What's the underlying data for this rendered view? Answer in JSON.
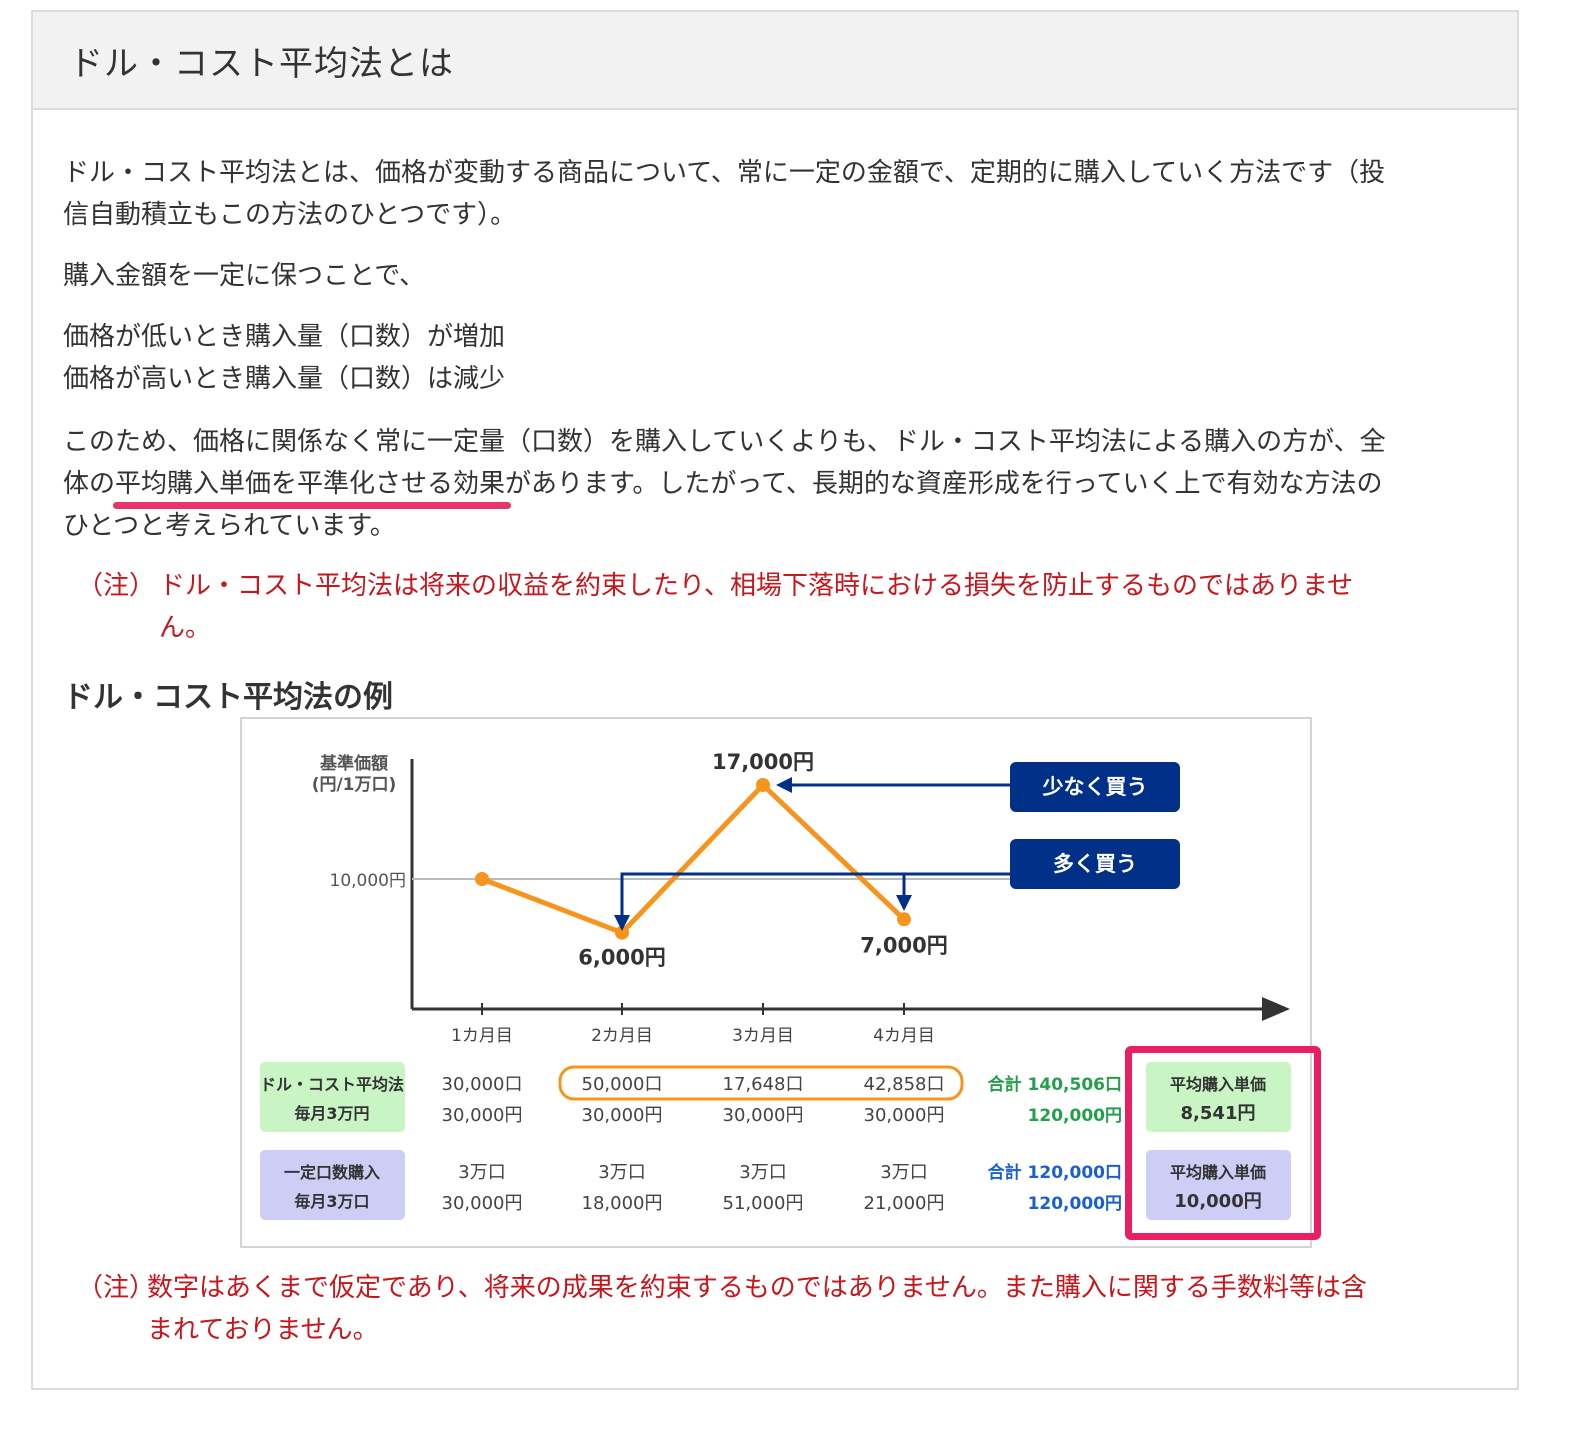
{
  "header": {
    "title": "ドル・コスト平均法とは"
  },
  "body": {
    "p1_line1": "ドル・コスト平均法とは、価格が変動する商品について、常に一定の金額で、定期的に購入していく方法です（投",
    "p1_line2": "信自動積立もこの方法のひとつです）。",
    "p2": "購入金額を一定に保つことで、",
    "p3_line1": "価格が低いとき購入量（口数）が増加",
    "p3_line2": "価格が高いとき購入量（口数）は減少",
    "p4_line1": "このため、価格に関係なく常に一定量（口数）を購入していくよりも、ドル・コスト平均法による購入の方が、全",
    "p4_line2_pre": "体の",
    "p4_line2_emph": "平均購入単価を平準化させる効果",
    "p4_line2_post": "があります。したがって、長期的な資産形成を行っていく上で有効な方法の",
    "p4_line3": "ひとつと考えられています。",
    "note1_mark": "（注）",
    "note1_line1": "ドル・コスト平均法は将来の収益を約束したり、相場下落時における損失を防止するものではありませ",
    "note1_line2": "ん。",
    "subheading": "ドル・コスト平均法の例",
    "note2_mark": "（注）",
    "note2_line1": "数字はあくまで仮定であり、将来の成果を約束するものではありません。また購入に関する手数料等は含",
    "note2_line2": "まれておりません。"
  },
  "chart_data": {
    "type": "line",
    "ylabel_line1": "基準価額",
    "ylabel_line2": "(円/1万口)",
    "categories": [
      "1カ月目",
      "2カ月目",
      "3カ月目",
      "4カ月目"
    ],
    "values": [
      10000,
      6000,
      17000,
      7000
    ],
    "ref_value": 10000,
    "ref_label": "10,000円",
    "point_labels": [
      "",
      "6,000円",
      "17,000円",
      "7,000円"
    ],
    "ylim": [
      0,
      20000
    ],
    "line_color": "#f7941d",
    "callouts": [
      {
        "label": "少なく買う",
        "color": "#003087"
      },
      {
        "label": "多く買う",
        "color": "#003087"
      }
    ],
    "table": {
      "rows": [
        {
          "label_line1": "ドル・コスト平均法",
          "label_line2": "毎月3万円",
          "label_bg": "#c9f5c4",
          "units": [
            "30,000口",
            "50,000口",
            "17,648口",
            "42,858口"
          ],
          "amounts": [
            "30,000円",
            "30,000円",
            "30,000円",
            "30,000円"
          ],
          "total_units": "合計 140,506口",
          "total_amount": "120,000円",
          "total_color": "#22a04a",
          "avg_label": "平均購入単価",
          "avg_value": "8,541円"
        },
        {
          "label_line1": "一定口数購入",
          "label_line2": "毎月3万口",
          "label_bg": "#cdcdf5",
          "units": [
            "3万口",
            "3万口",
            "3万口",
            "3万口"
          ],
          "amounts": [
            "30,000円",
            "18,000円",
            "51,000円",
            "21,000円"
          ],
          "total_units": "合計 120,000口",
          "total_amount": "120,000円",
          "total_color": "#1a5fd0",
          "avg_label": "平均購入単価",
          "avg_value": "10,000円"
        }
      ]
    }
  }
}
